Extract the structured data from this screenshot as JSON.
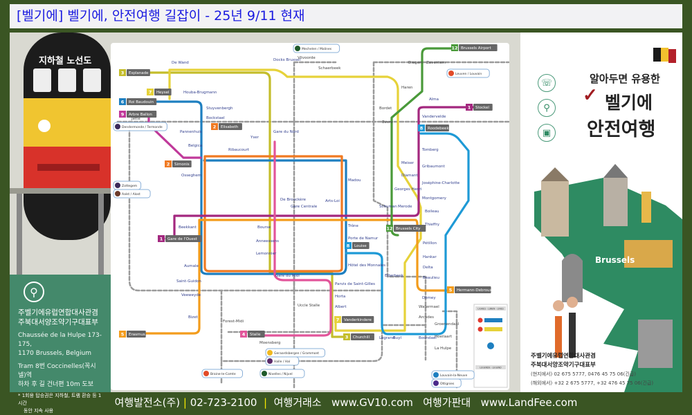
{
  "title": "[벨기에] 벨기에, 안전여행 길잡이 - 25년 9/11 현재",
  "left": {
    "train_label": "지하철 노선도",
    "org_line1": "주벨기에유럽연합대사관겸",
    "org_line2": "주북대서양조약기구대표부",
    "address_line1": "Chaussée de la Hulpe 173-175,",
    "address_line2": "1170 Brussels, Belgium",
    "tram_line1": "Tram 8번 Coccinelles(꼭시넬)역",
    "tram_line2": "하차 후 길 건너편 10m 도보",
    "note_line1": "* 1회용 탑승권은 지하철, 트램 환승 등 1시간",
    "note_line2": "동안 지속 사용"
  },
  "map": {
    "terminals": [
      {
        "line": "3",
        "name": "Esplanade",
        "color": "#c4bd2b"
      },
      {
        "line": "7",
        "name": "Heysel",
        "color": "#e6d23a"
      },
      {
        "line": "6",
        "name": "Roi Baudouin",
        "color": "#1e7fc0"
      },
      {
        "line": "9",
        "name": "Arbre Ballon",
        "color": "#c0399a"
      },
      {
        "line": "2",
        "name": "Simonis",
        "color": "#f07a22"
      },
      {
        "line": "1",
        "name": "Gare de l'Ouest",
        "color": "#a3287f"
      },
      {
        "line": "5",
        "name": "Erasmus",
        "color": "#f39c1c"
      },
      {
        "line": "4",
        "name": "Stalle",
        "color": "#e2559a"
      },
      {
        "line": "3",
        "name": "Churchill",
        "color": "#c4bd2b"
      },
      {
        "line": "7",
        "name": "Vanderkindere",
        "color": "#e6d23a"
      },
      {
        "line": "12",
        "name": "Brussels Airport",
        "color": "#4a9a3a"
      },
      {
        "line": "1",
        "name": "Stockel",
        "color": "#a3287f"
      },
      {
        "line": "8",
        "name": "Roodebeek",
        "color": "#1e9ad6"
      },
      {
        "line": "12",
        "name": "Brussels City",
        "color": "#4a9a3a"
      },
      {
        "line": "8",
        "name": "Louise",
        "color": "#1e9ad6"
      },
      {
        "line": "5",
        "name": "Hermann-Debroux",
        "color": "#f39c1c"
      },
      {
        "line": "2",
        "name": "Elisabeth",
        "color": "#f07a22"
      }
    ],
    "stations": [
      "De Wand",
      "Docks Bruxsel",
      "Houba-Brugmann",
      "Stuyvenbergh",
      "Bockstael",
      "Pannenhuis",
      "Belgica",
      "Osseghem",
      "Beekkant",
      "Aumale",
      "Saint-Guidon",
      "Veeweyde",
      "Bizet",
      "Gare du Nord",
      "Yser",
      "Ribaucourt",
      "Madou",
      "Arts-Loi",
      "Trône",
      "Porte de Namur",
      "Hôtel des Monnaies",
      "Gare Centrale",
      "De Brouckère",
      "Bourse",
      "Anneessens",
      "Lemonnier",
      "Gare du Midi",
      "Horta",
      "Albert",
      "Parvis de Saint-Gilles",
      "Meiser",
      "Diamant",
      "Georges Henri",
      "Montgomery",
      "Vandervelde",
      "Alma",
      "Tomberg",
      "Gribaumont",
      "Joséphine-Charlotte",
      "Boileau",
      "Thieffry",
      "Pétillon",
      "Hankar",
      "Delta",
      "Beaulieu",
      "Demey",
      "Legrand",
      "Buyl",
      "Boondael",
      "Etterbeek",
      "Schuman",
      "Merode",
      "Jette",
      "Forest-Midi",
      "Uccle Stalle",
      "Moensberg",
      "Watermael",
      "Arcades",
      "Groenendaal",
      "Hoeilaart",
      "La Hulpe",
      "Haren",
      "Bordet",
      "Evere",
      "Diegem",
      "Zaventem",
      "Vilvoorde",
      "Schaerbeek"
    ],
    "rail_badges": [
      "Leuven / Louvain",
      "Dendermonde / Termonde",
      "Zottegem",
      "Aalst / Alost",
      "Geraardsbergen / Grammont",
      "Halle / Hal",
      "Braine-le-Comte",
      "Nivelles / Nijvel",
      "Louvain-la-Neuve",
      "Ottignies",
      "Mechelen / Malines"
    ],
    "legend_title": "LIGNES · LIJNEN · LINES",
    "legend_sub": "LEGENDE · LEGEND"
  },
  "right": {
    "title_small": "알아두면 유용한",
    "title_big1": "벨기에",
    "title_big2": "안전여행",
    "city_label": "Brussels",
    "org_line1": "주벨기에유럽연합대사관겸",
    "org_line2": "주북대서양조약기구대표부",
    "phone_local": "(현지에서) 02 675 5777, 0476 45 75 06(긴급)",
    "phone_abroad": "(해외에서) +32 2 675 5777, +32 476 45 75 06(긴급)"
  },
  "footer": {
    "company": "여행발전소(주)",
    "phone": "02-723-2100",
    "label2": "여행거래소",
    "url1": "www.GV10.com",
    "label3": "여행가판대",
    "url2": "www.LandFee.com"
  }
}
